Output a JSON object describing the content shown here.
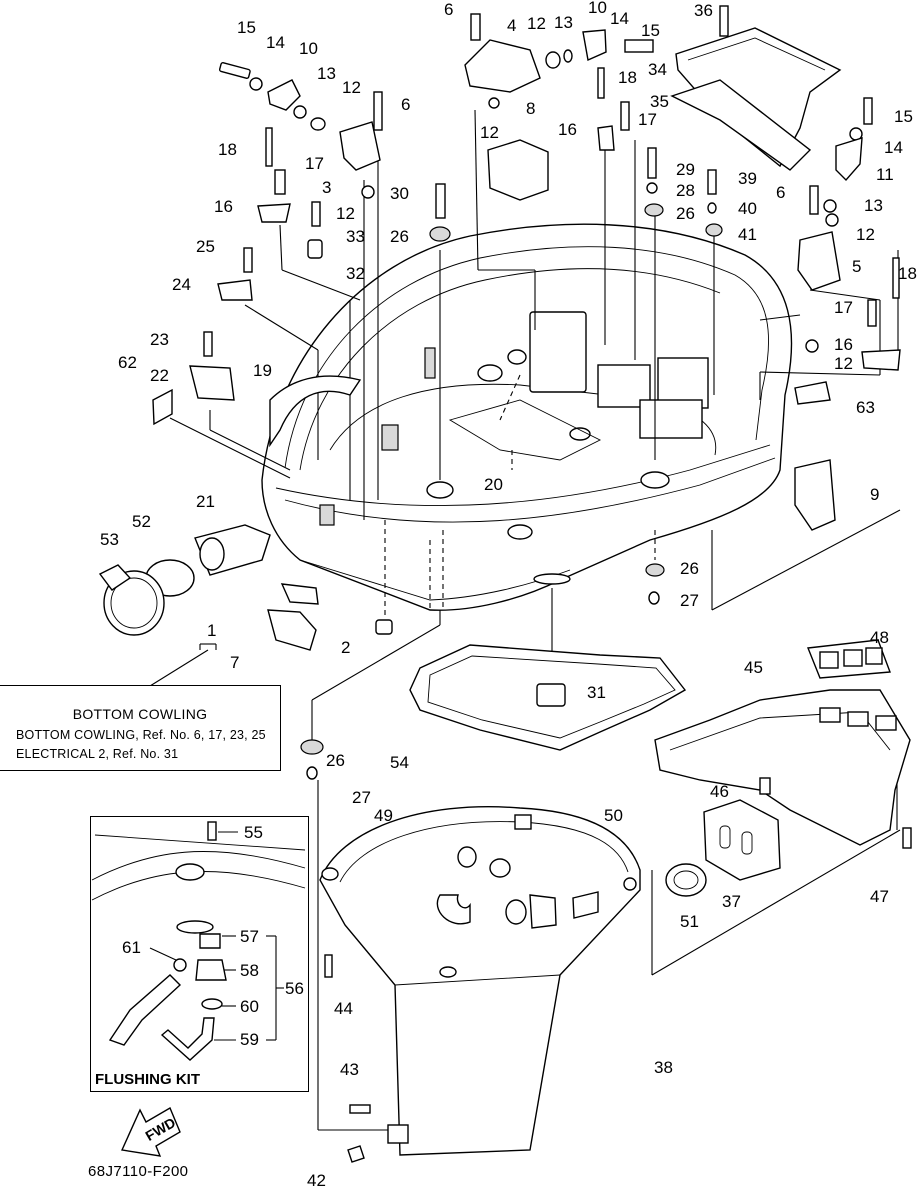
{
  "diagram": {
    "catalog_code": "68J7110-F200",
    "direction_label": "FWD",
    "note": {
      "title": "BOTTOM COWLING",
      "line1": "BOTTOM COWLING,   Ref. No. 6, 17, 23, 25",
      "line2": "ELECTRICAL  2,   Ref. No. 31"
    },
    "kit": {
      "title": "FLUSHING KIT"
    },
    "callouts": {
      "c1": "1",
      "c2": "2",
      "c3": "3",
      "c4": "4",
      "c5": "5",
      "c6a": "6",
      "c6b": "6",
      "c6c": "6",
      "c7": "7",
      "c8": "8",
      "c9": "9",
      "c10a": "10",
      "c10b": "10",
      "c11": "11",
      "c12a": "12",
      "c12b": "12",
      "c12c": "12",
      "c12d": "12",
      "c12e": "12",
      "c12f": "12",
      "c13a": "13",
      "c13b": "13",
      "c13c": "13",
      "c14a": "14",
      "c14b": "14",
      "c14c": "14",
      "c15a": "15",
      "c15b": "15",
      "c15c": "15",
      "c16a": "16",
      "c16b": "16",
      "c16c": "16",
      "c17a": "17",
      "c17b": "17",
      "c17c": "17",
      "c18a": "18",
      "c18b": "18",
      "c18c": "18",
      "c19": "19",
      "c20": "20",
      "c21": "21",
      "c22": "22",
      "c23": "23",
      "c24": "24",
      "c25": "25",
      "c26a": "26",
      "c26b": "26",
      "c26c": "26",
      "c26d": "26",
      "c27a": "27",
      "c27b": "27",
      "c28": "28",
      "c29": "29",
      "c30": "30",
      "c31": "31",
      "c32": "32",
      "c33": "33",
      "c34": "34",
      "c35": "35",
      "c36": "36",
      "c37": "37",
      "c38": "38",
      "c39": "39",
      "c40": "40",
      "c41": "41",
      "c42": "42",
      "c43": "43",
      "c44": "44",
      "c45": "45",
      "c46": "46",
      "c47": "47",
      "c48": "48",
      "c49": "49",
      "c50": "50",
      "c51": "51",
      "c52": "52",
      "c53": "53",
      "c54": "54",
      "c55": "55",
      "c56": "56",
      "c57": "57",
      "c58": "58",
      "c59": "59",
      "c60": "60",
      "c61": "61",
      "c62": "62",
      "c63": "63"
    }
  }
}
